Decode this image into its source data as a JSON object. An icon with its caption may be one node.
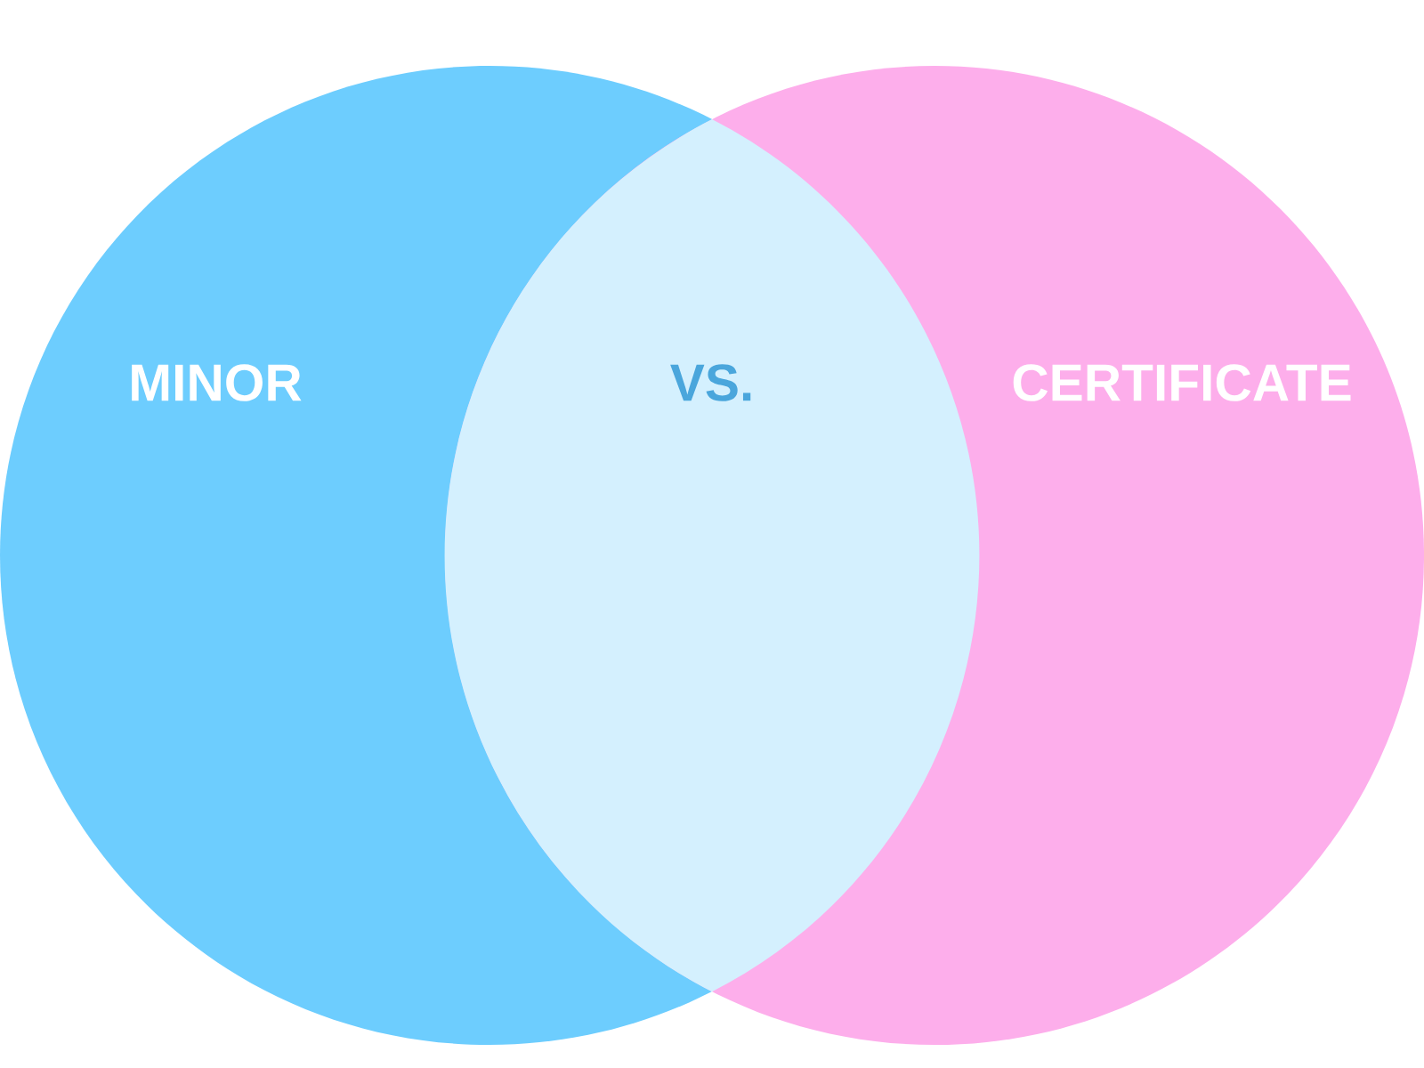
{
  "diagram": {
    "nodes": [
      {
        "text": [
          "MINOR"
        ]
      },
      {
        "text": [
          "CERTIFICATE"
        ]
      },
      {
        "text": [
          "VS."
        ]
      }
    ]
  }
}
